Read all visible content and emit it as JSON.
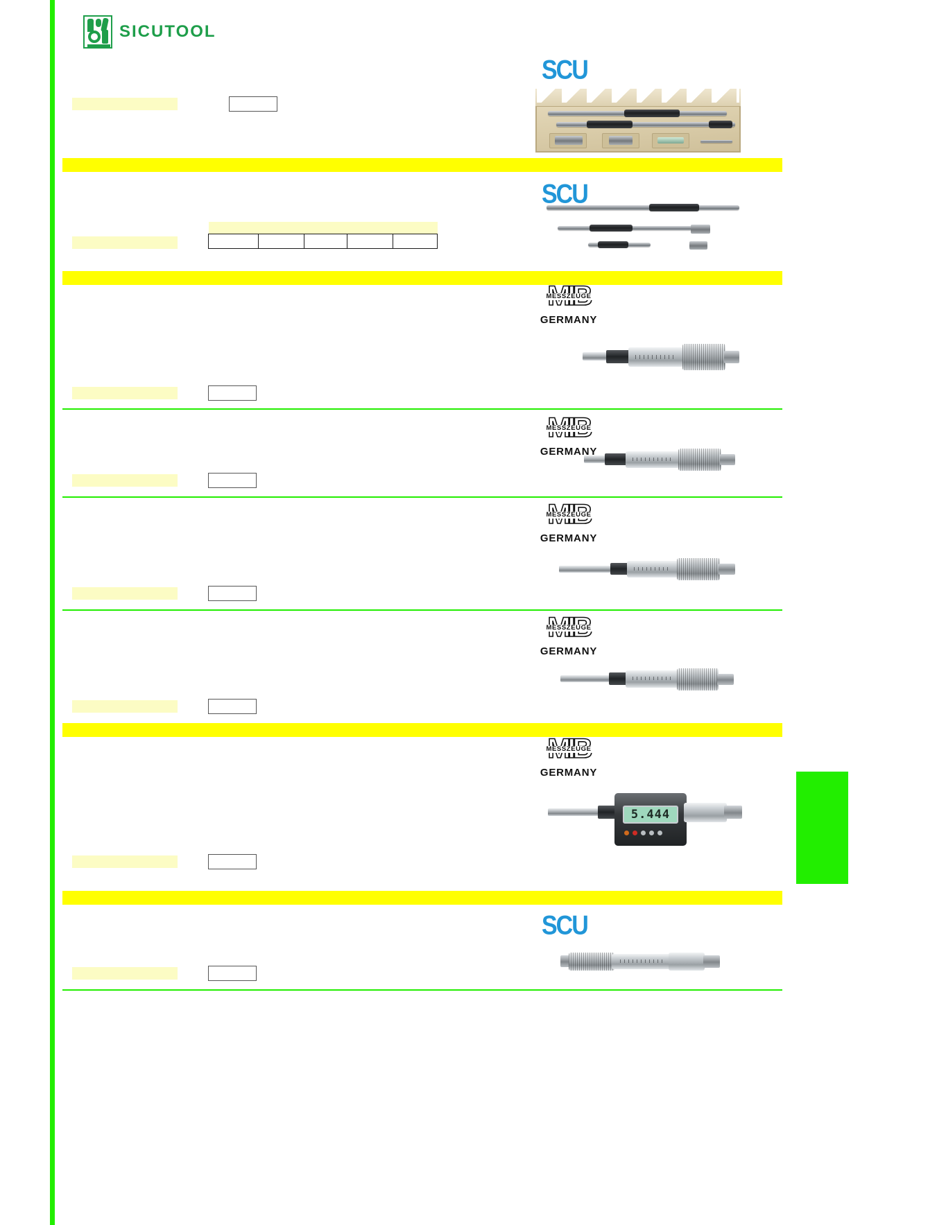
{
  "page": {
    "publisher": "SICUTOOL",
    "accent_green": "#22ee00",
    "accent_yellow": "#ffff00",
    "highlight_yellow": "#fcfcc4",
    "brand_green": "#1e9e4a",
    "scu_blue": "#2196d8"
  },
  "masthead": {
    "wordmark": "SICUTOOL",
    "logo_icon": "sicutool-wrench-logo"
  },
  "brands": {
    "scu": "SCU",
    "mib": {
      "letters": "MIB",
      "overlay": "MESSZEUGE",
      "country": "GERMANY"
    }
  },
  "sections": [
    {
      "id": "section-1",
      "brand": "SCU",
      "product_image": "measuring-rod-set-in-wooden-case",
      "label_bar": "",
      "code_box": ""
    },
    {
      "id": "section-2",
      "brand": "SCU",
      "product_image": "extension-rods-and-adapters",
      "label_bar": "",
      "table": {
        "header_band": "",
        "columns": [
          "",
          "",
          "",
          "",
          ""
        ],
        "rows": [
          [
            "",
            "",
            "",
            "",
            ""
          ]
        ]
      }
    },
    {
      "id": "section-3",
      "brand": "MIB",
      "product_image": "micrometer-head-knurled-thimble",
      "label_bar": "",
      "code_box": ""
    },
    {
      "id": "section-4",
      "brand": "MIB",
      "product_image": "micrometer-head-short-spindle",
      "label_bar": "",
      "code_box": ""
    },
    {
      "id": "section-5",
      "brand": "MIB",
      "product_image": "micrometer-head-long-spindle",
      "label_bar": "",
      "code_box": ""
    },
    {
      "id": "section-6",
      "brand": "MIB",
      "product_image": "micrometer-head-plain-spindle",
      "label_bar": "",
      "code_box": ""
    },
    {
      "id": "section-7",
      "brand": "MIB",
      "product_image": "digital-micrometer-head",
      "display_value": "5.444",
      "label_bar": "",
      "code_box": ""
    },
    {
      "id": "section-8",
      "brand": "SCU",
      "product_image": "internal-micrometer-head",
      "label_bar": "",
      "code_box": ""
    }
  ],
  "side_tab": {
    "name": "chapter-tab",
    "color": "#22ee00",
    "label": ""
  }
}
